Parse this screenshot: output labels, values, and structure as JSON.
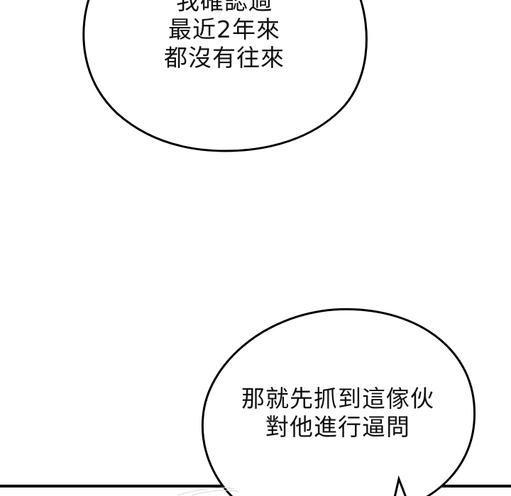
{
  "page": {
    "background": "#ffffff",
    "ink": "#000000"
  },
  "top_bubble": {
    "lines": [
      "我確認過",
      "最近2年來",
      "都沒有往來"
    ]
  },
  "bottom_bubble": {
    "lines": [
      "那就先抓到這傢伙",
      "對他進行逼問"
    ]
  }
}
